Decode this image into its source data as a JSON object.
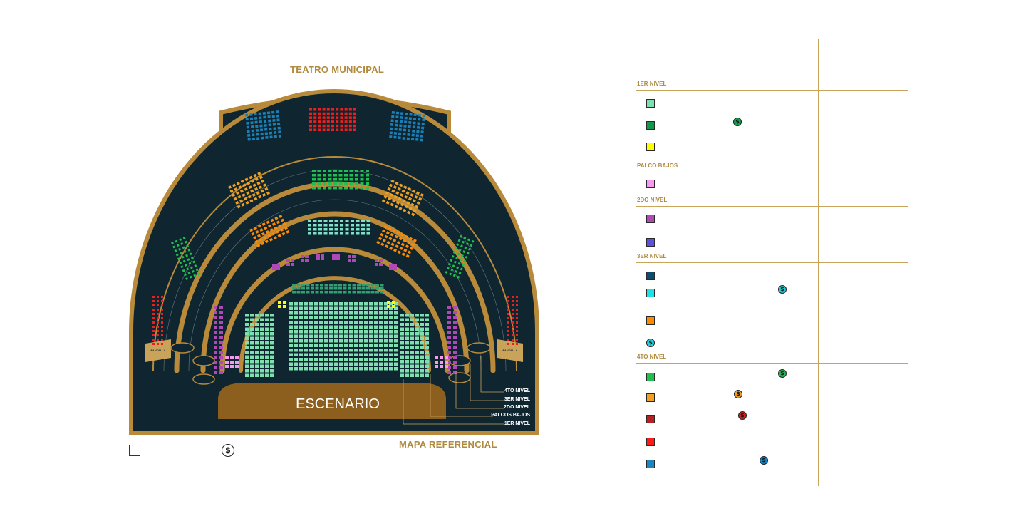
{
  "map": {
    "title": "TEATRO MUNICIPAL",
    "caption": "MAPA REFERENCIAL",
    "stage_label": "ESCENARIO",
    "screen_label": "PANTALLA",
    "level_callouts": [
      "4TO NIVEL",
      "3ER NIVEL",
      "2DO NIVEL",
      "PALCOS BAJOS",
      "1ER NIVEL"
    ],
    "colors": {
      "background": "#0f2530",
      "gold": "#b88a3a",
      "stage": "#8c5f1e"
    }
  },
  "legend": {
    "coin_symbol": "$",
    "sections": [
      {
        "title": "1ER NIVEL",
        "items": [
          {
            "color": "#7ee0b0",
            "coin_color": null
          },
          {
            "color": "#0f9a4a",
            "coin_color": "#14a050"
          },
          {
            "color": "#ffff00",
            "coin_color": null
          }
        ]
      },
      {
        "title": "PALCO BAJOS",
        "items": [
          {
            "color": "#f59af0",
            "coin_color": null
          }
        ]
      },
      {
        "title": "2DO NIVEL",
        "items": [
          {
            "color": "#b048b8",
            "coin_color": null
          },
          {
            "color": "#5b50e0",
            "coin_color": null
          }
        ]
      },
      {
        "title": "3ER NIVEL",
        "items": [
          {
            "color": "#0f4b6e",
            "coin_color": null
          },
          {
            "color": "#1ee0e8",
            "coin_color": "#1ec8d8"
          },
          {
            "color": "#ff8a00",
            "coin_color": null
          },
          {
            "color": null,
            "coin_color": "#22d0e0"
          }
        ]
      },
      {
        "title": "4TO NIVEL",
        "items": [
          {
            "color": "#1fc050",
            "coin_color": "#20b850"
          },
          {
            "color": "#f0a020",
            "coin_color": "#f0a020"
          },
          {
            "color": "#b82020",
            "coin_color": "#d02020"
          },
          {
            "color": "#ff1a1a",
            "coin_color": null
          },
          {
            "color": "#1a85c0",
            "coin_color": "#1a80c0"
          }
        ]
      }
    ]
  }
}
